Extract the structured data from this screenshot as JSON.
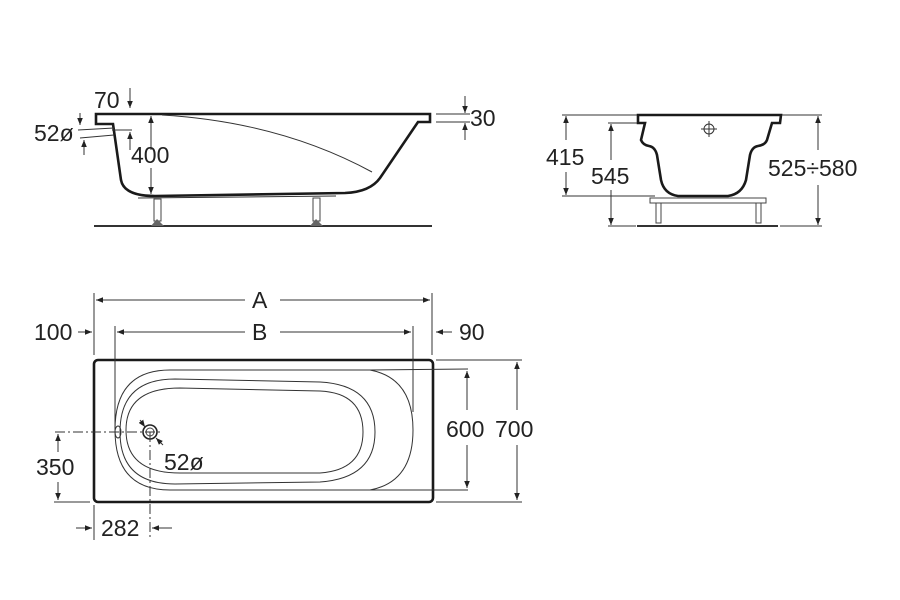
{
  "side_view": {
    "label_rim_offset": "70",
    "label_overflow_diameter": "52ø",
    "label_depth": "400",
    "label_rim_height": "30"
  },
  "end_view": {
    "label_inner_height": "415",
    "label_base_height": "545",
    "label_total_height": "525÷580"
  },
  "plan_view": {
    "label_length_a": "A",
    "label_length_b": "B",
    "label_left_offset": "100",
    "label_right_offset": "90",
    "label_inner_width": "600",
    "label_outer_width": "700",
    "label_drain_offset_y": "350",
    "label_drain_offset_x": "282",
    "label_drain_diameter": "52ø"
  },
  "colors": {
    "line": "#1a1a1a",
    "background": "#ffffff"
  }
}
